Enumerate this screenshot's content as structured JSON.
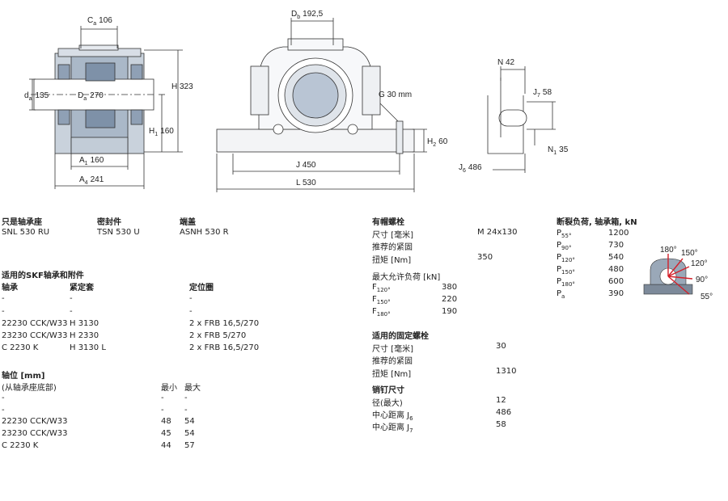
{
  "drawings": {
    "front": {
      "ca": "106",
      "da": "135",
      "Da": "270",
      "H": "323",
      "H1": "160",
      "A1": "160",
      "A4": "241"
    },
    "side": {
      "Db": "192,5",
      "G": "30 mm",
      "H2": "60",
      "J": "450",
      "L": "530"
    },
    "detail": {
      "N": "42",
      "J7": "58",
      "N1": "35",
      "J6": "486"
    },
    "loads": [
      "180°",
      "150°",
      "120°",
      "90°",
      "55°"
    ]
  },
  "housing": {
    "headers": [
      "只是轴承座",
      "密封件",
      "端盖"
    ],
    "values": [
      "SNL 530 RU",
      "TSN 530 U",
      "ASNH 530 R"
    ]
  },
  "bearings": {
    "title": "适用的SKF轴承和附件",
    "headers": [
      "轴承",
      "紧定套",
      "定位圈"
    ],
    "rows": [
      [
        "-",
        "-",
        "-"
      ],
      [
        "-",
        "-",
        "-"
      ],
      [
        "22230 CCK/W33",
        "H 3130",
        "2 x FRB 16,5/270"
      ],
      [
        "23230 CCK/W33",
        "H 2330",
        "2 x FRB 5/270"
      ],
      [
        "C 2230 K",
        "H 3130 L",
        "2 x FRB 16,5/270"
      ]
    ]
  },
  "shoulder": {
    "title": "轴位 [mm]",
    "subtitle": "(从轴承座底部)",
    "min_label": "最小",
    "max_label": "最大",
    "rows": [
      [
        "-",
        "-",
        "-"
      ],
      [
        "-",
        "-",
        "-"
      ],
      [
        "22230 CCK/W33",
        "48",
        "54"
      ],
      [
        "23230 CCK/W33",
        "45",
        "54"
      ],
      [
        "C 2230 K",
        "44",
        "57"
      ]
    ]
  },
  "cap_bolts": {
    "title": "有帽螺栓",
    "size_label": "尺寸 [毫米]",
    "size_value": "M 24x130",
    "torque_title": "推荐的紧固",
    "torque_label": "扭矩 [Nm]",
    "torque_value": "350",
    "allow_title": "最大允许负荷 [kN]",
    "loads": [
      {
        "sym": "F",
        "sub": "120°",
        "value": "380"
      },
      {
        "sym": "F",
        "sub": "150°",
        "value": "220"
      },
      {
        "sym": "F",
        "sub": "180°",
        "value": "190"
      }
    ]
  },
  "attach_bolts": {
    "title": "适用的固定螺栓",
    "size_label": "尺寸 [毫米]",
    "size_value": "30",
    "torque_title": "推荐的紧固",
    "torque_label": "扭矩 [Nm]",
    "torque_value": "1310"
  },
  "dowel": {
    "title": "销钉尺寸",
    "rows": [
      {
        "label": "径(最大)",
        "sub": "",
        "value": "12"
      },
      {
        "label": "中心距离 J",
        "sub": "6",
        "value": "486"
      },
      {
        "label": "中心距离 J",
        "sub": "7",
        "value": "58"
      }
    ]
  },
  "break_loads": {
    "title": "断裂负荷, 轴承箱, kN",
    "rows": [
      {
        "sym": "P",
        "sub": "55°",
        "value": "1200"
      },
      {
        "sym": "P",
        "sub": "90°",
        "value": "730"
      },
      {
        "sym": "P",
        "sub": "120°",
        "value": "540"
      },
      {
        "sym": "P",
        "sub": "150°",
        "value": "480"
      },
      {
        "sym": "P",
        "sub": "180°",
        "value": "600"
      },
      {
        "sym": "P",
        "sub": "a",
        "value": "390"
      }
    ]
  }
}
